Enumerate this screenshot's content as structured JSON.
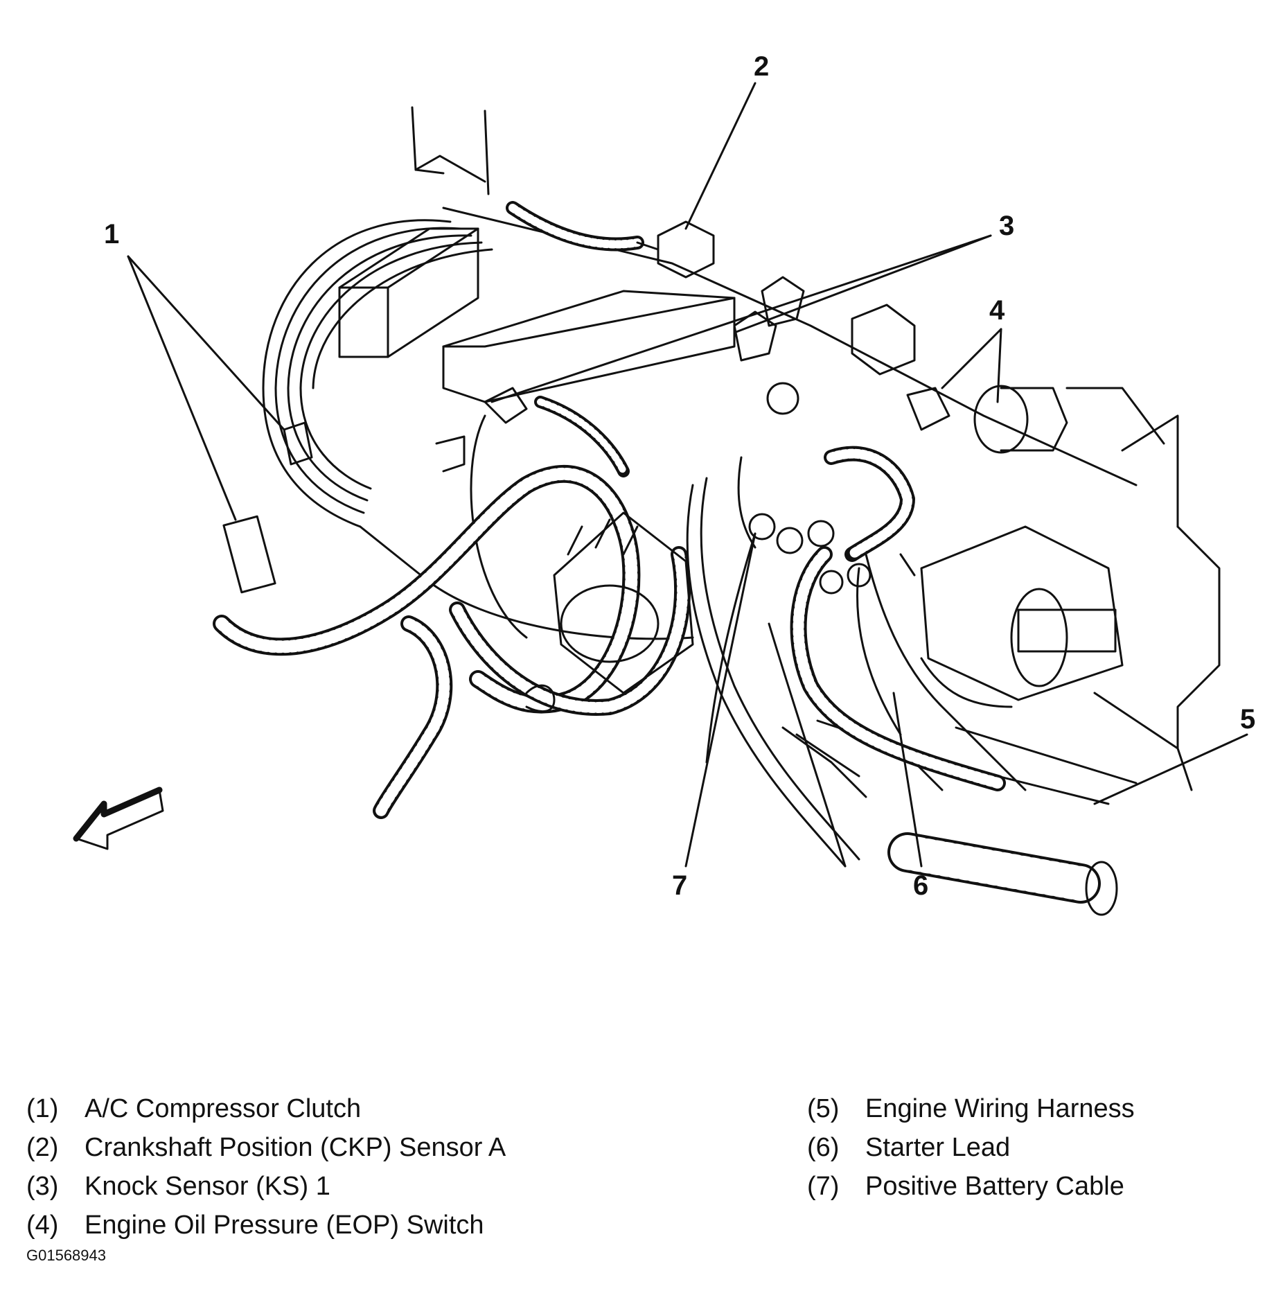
{
  "callouts": [
    {
      "label": "1"
    },
    {
      "label": "2"
    },
    {
      "label": "3"
    },
    {
      "label": "4"
    },
    {
      "label": "5"
    },
    {
      "label": "6"
    },
    {
      "label": "7"
    }
  ],
  "legend": {
    "left": [
      {
        "num": "(1)",
        "text": "A/C Compressor Clutch"
      },
      {
        "num": "(2)",
        "text": "Crankshaft Position (CKP) Sensor A"
      },
      {
        "num": "(3)",
        "text": "Knock Sensor (KS) 1"
      },
      {
        "num": "(4)",
        "text": "Engine Oil Pressure (EOP) Switch"
      }
    ],
    "right": [
      {
        "num": "(5)",
        "text": "Engine Wiring Harness"
      },
      {
        "num": "(6)",
        "text": "Starter Lead"
      },
      {
        "num": "(7)",
        "text": "Positive Battery Cable"
      }
    ]
  },
  "figure_id": "G01568943",
  "colors": {
    "ink": "#111111",
    "paper": "#ffffff"
  }
}
